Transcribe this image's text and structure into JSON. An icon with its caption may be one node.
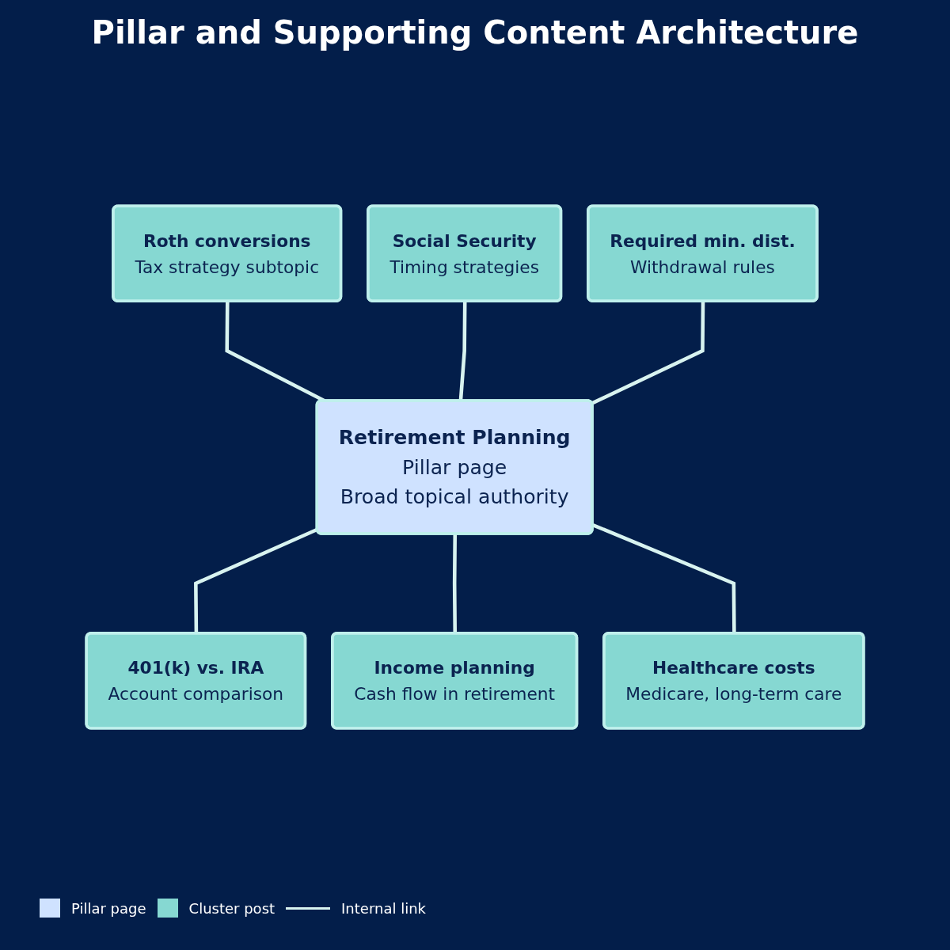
{
  "diagram": {
    "title": "Pillar and Supporting Content Architecture",
    "nodes": [
      {
        "text": [
          "Roth conversions",
          "Tax strategy subtopic"
        ]
      },
      {
        "text": [
          "Social Security",
          "Timing strategies"
        ]
      },
      {
        "text": [
          "Required min. dist.",
          "Withdrawal rules"
        ]
      },
      {
        "text": [
          "Retirement Planning",
          "Pillar page",
          "Broad topical authority"
        ]
      },
      {
        "text": [
          "401(k) vs. IRA",
          "Account comparison"
        ]
      },
      {
        "text": [
          "Income planning",
          "Cash flow in retirement"
        ]
      },
      {
        "text": [
          "Healthcare costs",
          "Medicare, long-term care"
        ]
      }
    ],
    "edges": [
      {
        "from": 0,
        "to": 3,
        "arrow": "none"
      },
      {
        "from": 1,
        "to": 3,
        "arrow": "none"
      },
      {
        "from": 2,
        "to": 3,
        "arrow": "none"
      },
      {
        "from": 3,
        "to": 4,
        "arrow": "none"
      },
      {
        "from": 3,
        "to": 5,
        "arrow": "none"
      },
      {
        "from": 3,
        "to": 6,
        "arrow": "none"
      }
    ],
    "legend": [
      {
        "text": "Pillar page",
        "color": "#cfe2ff"
      },
      {
        "text": "Cluster post",
        "color": "#86d8d2"
      },
      {
        "text": "Internal link"
      }
    ]
  }
}
